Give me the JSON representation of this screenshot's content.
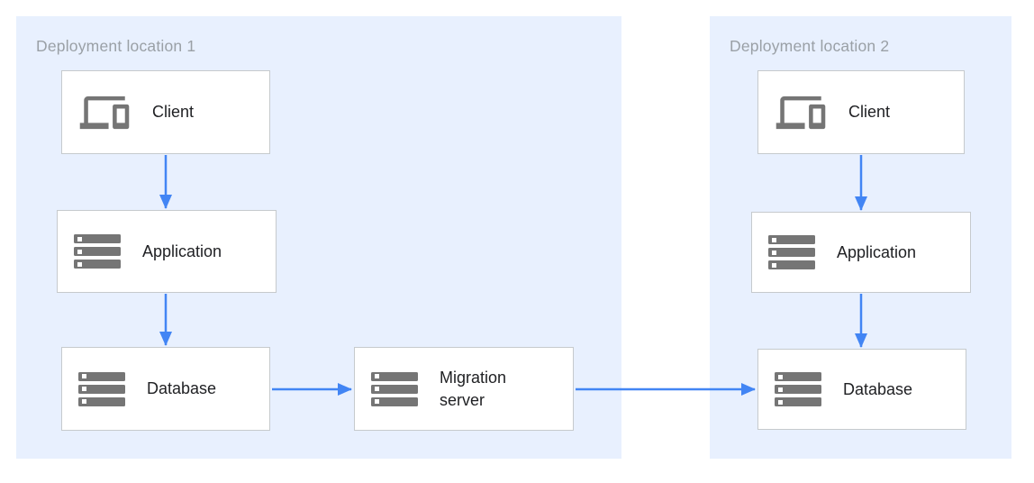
{
  "diagram": {
    "regions": [
      {
        "name": "deployment-location-1",
        "label": "Deployment location 1"
      },
      {
        "name": "deployment-location-2",
        "label": "Deployment location 2"
      }
    ],
    "nodes": {
      "client1": {
        "label": "Client",
        "icon": "devices-icon",
        "region": "Deployment location 1"
      },
      "application1": {
        "label": "Application",
        "icon": "server-stack-icon",
        "region": "Deployment location 1"
      },
      "database1": {
        "label": "Database",
        "icon": "server-stack-icon",
        "region": "Deployment location 1"
      },
      "migration": {
        "label": "Migration server",
        "icon": "server-stack-icon",
        "region": "Deployment location 1"
      },
      "client2": {
        "label": "Client",
        "icon": "devices-icon",
        "region": "Deployment location 2"
      },
      "application2": {
        "label": "Application",
        "icon": "server-stack-icon",
        "region": "Deployment location 2"
      },
      "database2": {
        "label": "Database",
        "icon": "server-stack-icon",
        "region": "Deployment location 2"
      }
    },
    "edges": [
      {
        "from": "client1",
        "to": "application1",
        "direction": "down"
      },
      {
        "from": "application1",
        "to": "database1",
        "direction": "down"
      },
      {
        "from": "database1",
        "to": "migration",
        "direction": "right"
      },
      {
        "from": "migration",
        "to": "database2",
        "direction": "right"
      },
      {
        "from": "client2",
        "to": "application2",
        "direction": "down"
      },
      {
        "from": "application2",
        "to": "database2",
        "direction": "down"
      }
    ],
    "colors": {
      "region_background": "#e8f0fe",
      "arrow_blue": "#4285f4",
      "icon_gray": "#757575",
      "node_border": "#c6cacd",
      "region_label_gray": "#9aa0a6",
      "node_text": "#202124",
      "page_background": "#ffffff"
    }
  }
}
